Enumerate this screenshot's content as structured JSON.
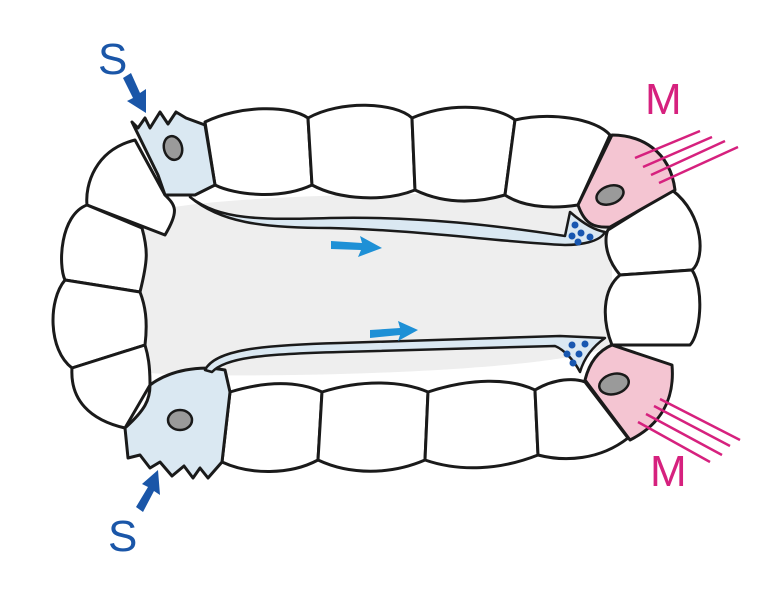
{
  "labels": {
    "sensory_top": "S",
    "sensory_bottom": "S",
    "motor_top": "M",
    "motor_bottom": "M"
  },
  "colors": {
    "sensory_label": "#1a56a8",
    "motor_label": "#d6217e",
    "sensory_cell": "#dae8f2",
    "motor_cell": "#f4c5d2",
    "lumen": "#eeeeee",
    "flow_arrow": "#1e90d6"
  },
  "icons": [
    "stimulus-arrow",
    "flow-arrow"
  ]
}
